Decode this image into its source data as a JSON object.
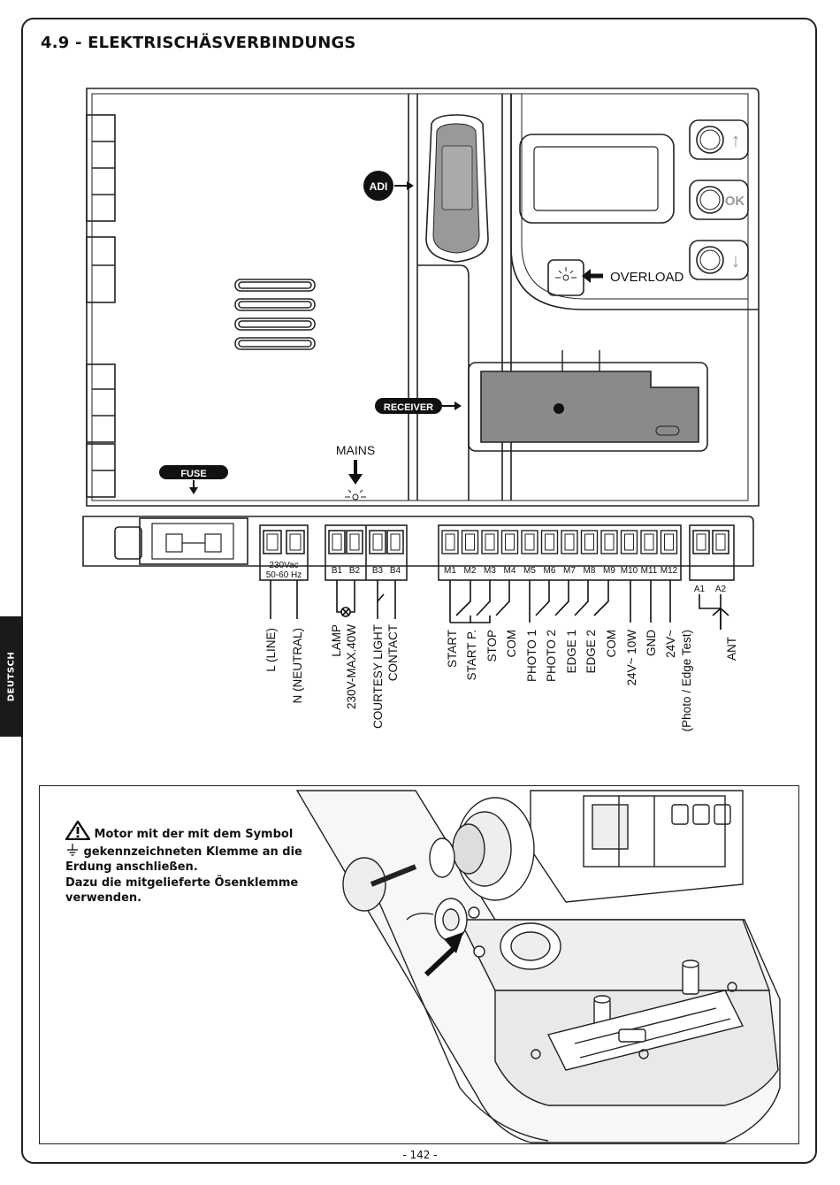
{
  "page": {
    "title": "4.9 - ELEKTRISCHÄSVERBINDUNGS",
    "side_tab": "DEUTSCH",
    "page_number": "- 142 -"
  },
  "board": {
    "callouts": {
      "adi": "ADI",
      "overload": "OVERLOAD",
      "receiver": "RECEIVER",
      "mains": "MAINS",
      "fuse": "FUSE"
    },
    "buttons": [
      {
        "label": "↑",
        "icon": "arrow-up-icon"
      },
      {
        "label": "OK",
        "icon": "ok-icon"
      },
      {
        "label": "↓",
        "icon": "arrow-down-icon"
      }
    ],
    "power_terminal_label_1": "230Vac",
    "power_terminal_label_2": "50-60 Hz",
    "terminals_b": [
      "B1",
      "B2",
      "B3",
      "B4"
    ],
    "terminals_m": [
      "M1",
      "M2",
      "M3",
      "M4",
      "M5",
      "M6",
      "M7",
      "M8",
      "M9",
      "M10",
      "M11",
      "M12"
    ],
    "terminals_a": [
      "A1",
      "A2"
    ]
  },
  "wiring_labels": {
    "line": "L (LINE)",
    "neutral": "N (NEUTRAL)",
    "lamp_1": "LAMP",
    "lamp_2": "230V-MAX.40W",
    "courtesy_1": "COURTESY LIGHT",
    "courtesy_2": "CONTACT",
    "start": "START",
    "start_p": "START P.",
    "stop": "STOP",
    "com1": "COM",
    "photo1": "PHOTO 1",
    "photo2": "PHOTO 2",
    "edge1": "EDGE 1",
    "edge2": "EDGE 2",
    "com2": "COM",
    "v24_10w": "24V~  10W",
    "gnd": "GND",
    "v24_2": "24V~",
    "photo_edge_test": "(Photo / Edge Test)",
    "ant": "ANT"
  },
  "warning": {
    "line1": "Motor mit der mit dem Symbol",
    "line2": "gekennzeichneten Klemme an die Erdung anschließen.",
    "line3": "Dazu die mitgelieferte Ösenklemme verwenden."
  }
}
